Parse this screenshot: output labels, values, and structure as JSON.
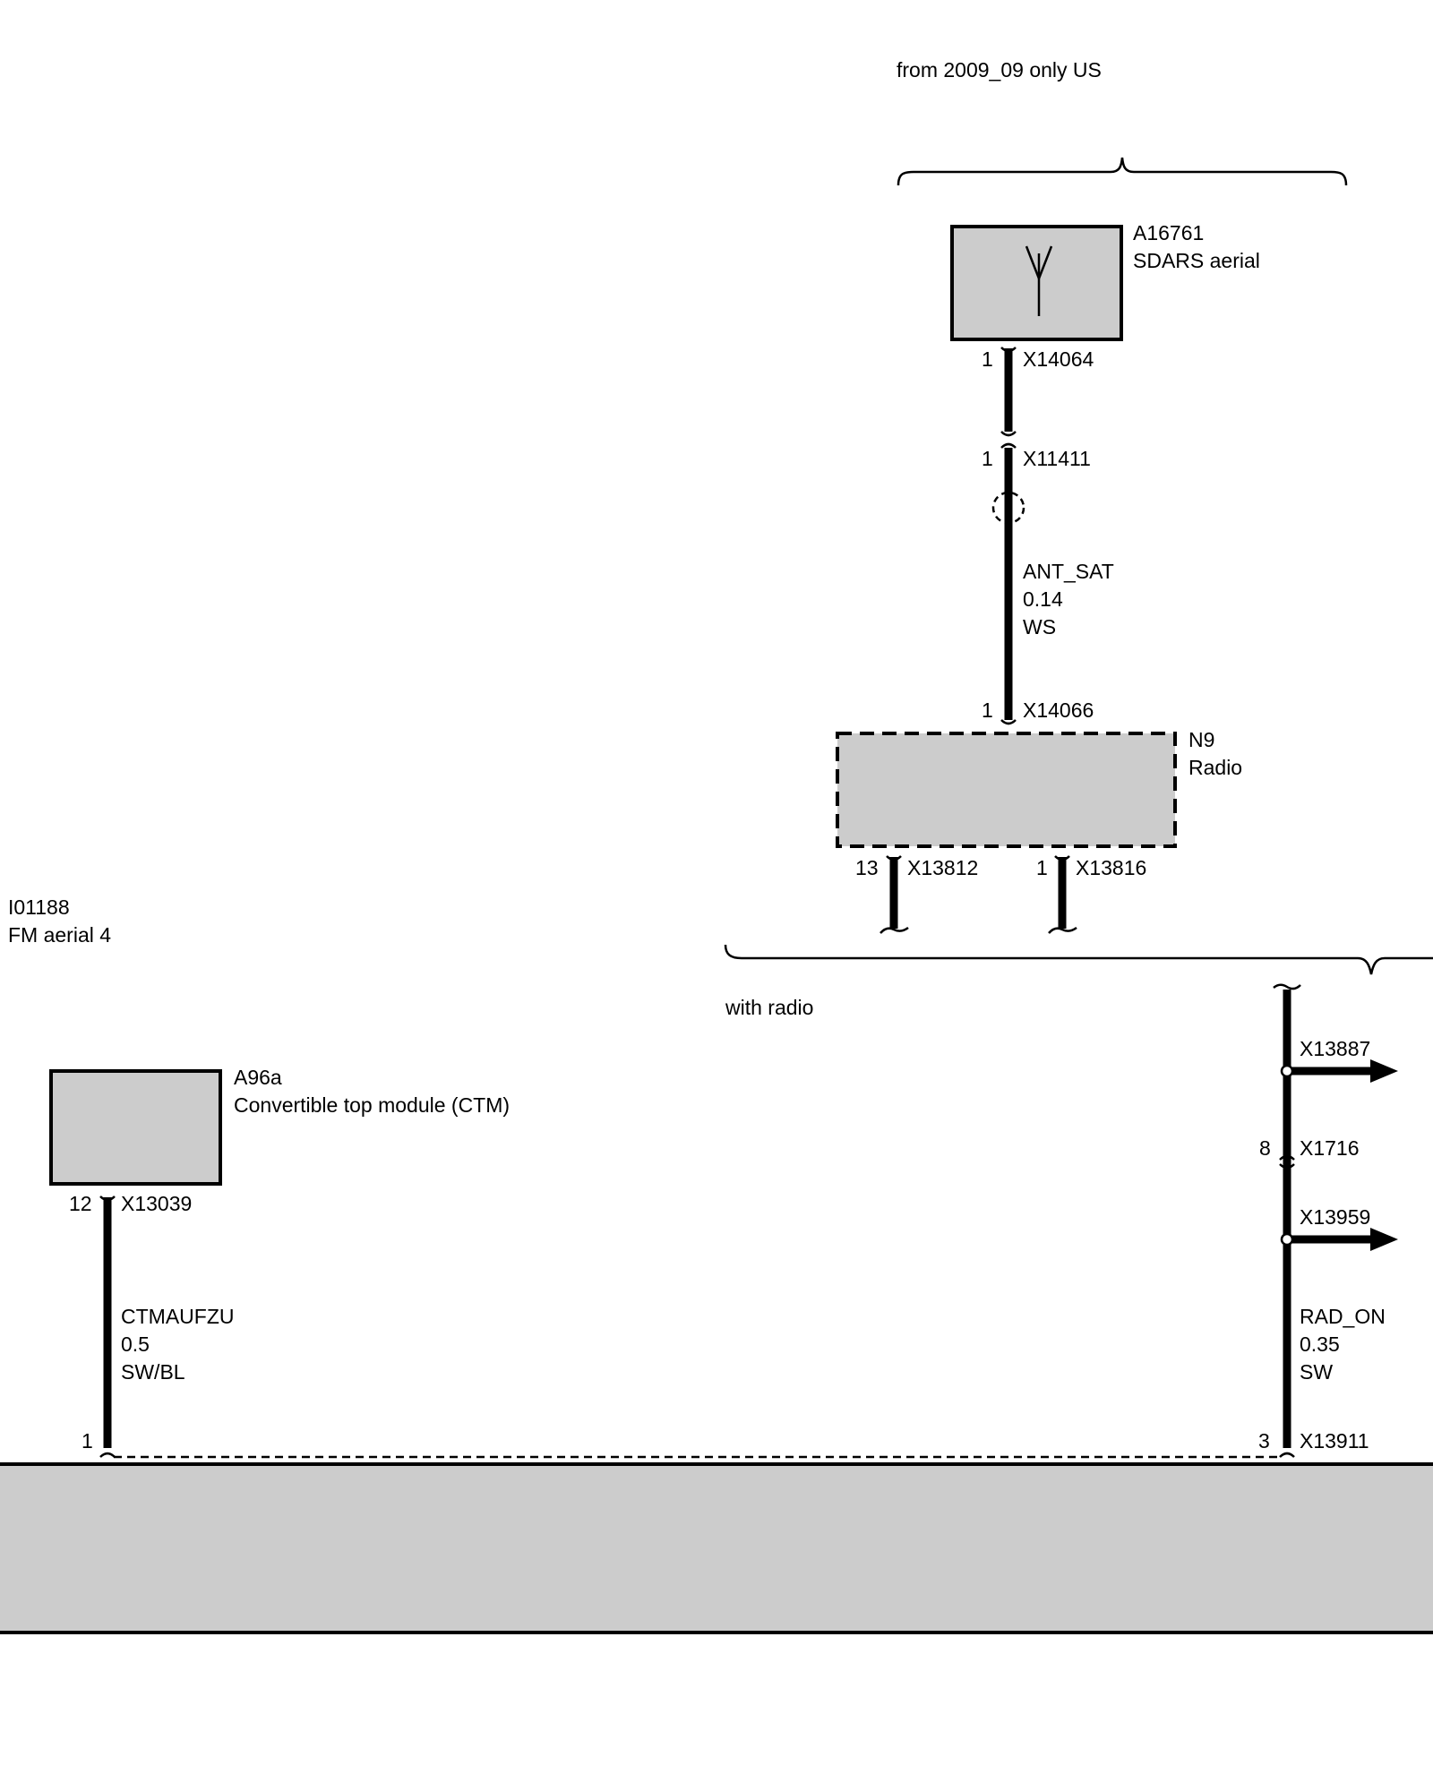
{
  "diagram_id": {
    "code": "I01188",
    "title": "FM aerial 4"
  },
  "brackets": {
    "top_label": "from 2009_09 only US",
    "radio_label": "with radio"
  },
  "components": {
    "sdars": {
      "code": "A16761",
      "name": "SDARS aerial"
    },
    "radio": {
      "code": "N9",
      "name": "Radio"
    },
    "ctm": {
      "code": "A96a",
      "name": "Convertible top module (CTM)"
    }
  },
  "connectors": {
    "x14064": {
      "pin": "1",
      "id": "X14064"
    },
    "x11411": {
      "pin": "1",
      "id": "X11411"
    },
    "x14066": {
      "pin": "1",
      "id": "X14066"
    },
    "x13812": {
      "pin": "13",
      "id": "X13812"
    },
    "x13816": {
      "pin": "1",
      "id": "X13816"
    },
    "x13887": {
      "id": "X13887"
    },
    "x1716": {
      "pin": "8",
      "id": "X1716"
    },
    "x13959": {
      "id": "X13959"
    },
    "x13039": {
      "pin": "12",
      "id": "X13039"
    },
    "ctm_bottom": {
      "pin": "1"
    },
    "x13911": {
      "pin": "3",
      "id": "X13911"
    }
  },
  "wires": {
    "ant_sat": {
      "signal": "ANT_SAT",
      "size": "0.14",
      "color": "WS"
    },
    "ctmaufzu": {
      "signal": "CTMAUFZU",
      "size": "0.5",
      "color": "SW/BL"
    },
    "rad_on": {
      "signal": "RAD_ON",
      "size": "0.35",
      "color": "SW"
    }
  }
}
